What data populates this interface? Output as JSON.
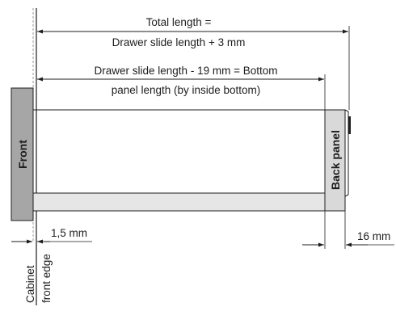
{
  "labels": {
    "total_line1": "Total length =",
    "total_line2": "Drawer slide length + 3 mm",
    "slide_line1": "Drawer slide length - 19 mm = Bottom",
    "slide_line2": "panel length (by inside bottom)",
    "front": "Front",
    "back_panel": "Back panel",
    "offset": "1,5 mm",
    "thickness": "16 mm",
    "edge_line1": "Cabinet",
    "edge_line2": "front edge"
  },
  "colors": {
    "line": "#1e1e1e",
    "front_fill": "#a6a6a6",
    "panel_fill": "#e6e6e6",
    "back_fill": "#d9d9d9",
    "guide": "#7f7f7f"
  }
}
